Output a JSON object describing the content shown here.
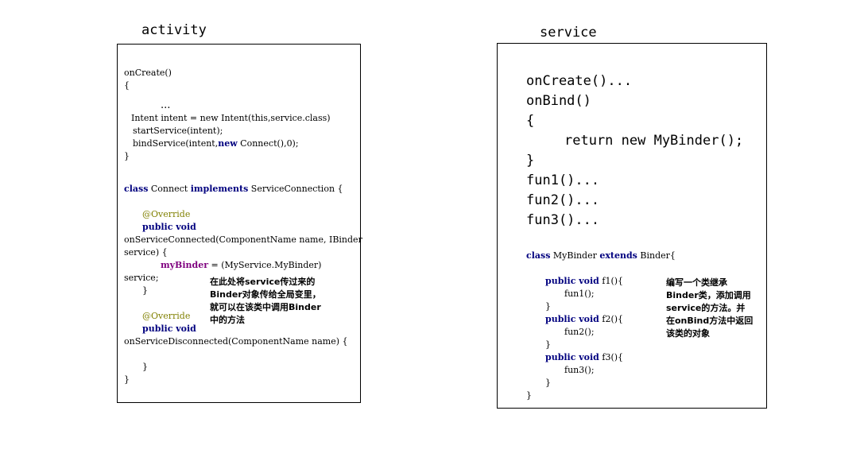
{
  "titles": {
    "activity": "activity",
    "service": "service"
  },
  "activity_code": {
    "l1": "onCreate()",
    "l2": "{",
    "l3": "...",
    "l4": "Intent intent = new Intent(this,service.class)",
    "l5": "startService(intent);",
    "l6a": "bindService(intent,",
    "l6kw": "new",
    "l6b": " Connect(),0);",
    "l7": "}",
    "l8kw1": "class",
    "l8a": " Connect ",
    "l8kw2": "implements",
    "l8b": " ServiceConnection {",
    "l9": "@Override",
    "l10": "public void",
    "l11": "onServiceConnected(ComponentName name, IBinder",
    "l12": "service) {",
    "l13fld": "myBinder",
    "l13b": " = (MyService.MyBinder)",
    "l14": "service;",
    "l15": "}",
    "l16": "@Override",
    "l17": "public void",
    "l18": "onServiceDisconnected(ComponentName name) {",
    "l19": "}",
    "l20": "}"
  },
  "service_code": {
    "b1": "onCreate()...",
    "b2": "onBind()",
    "b3": "{",
    "b4": "return new MyBinder();",
    "b5": "}",
    "b6": "fun1()...",
    "b7": "fun2()...",
    "b8": "fun3()...",
    "s1kw1": "class",
    "s1a": " MyBinder ",
    "s1kw2": "extends",
    "s1b": " Binder{",
    "f1kw": "public void",
    "f1b": " f1(){",
    "f1c": "fun1();",
    "f1d": "}",
    "f2kw": "public void",
    "f2b": " f2(){",
    "f2c": "fun2();",
    "f2d": "}",
    "f3kw": "public void",
    "f3b": " f3(){",
    "f3c": "fun3();",
    "f3d": "}",
    "end": "}"
  },
  "notes": {
    "activity_note": [
      "在此处将service传过来的",
      "Binder对象传给全局变里，",
      "就可以在该类中调用Binder",
      "中的方法"
    ],
    "service_note": [
      "编写一个类继承",
      "Binder类，添加调用",
      "service的方法。并",
      "在onBind方法中返回",
      "该类的对象"
    ]
  }
}
